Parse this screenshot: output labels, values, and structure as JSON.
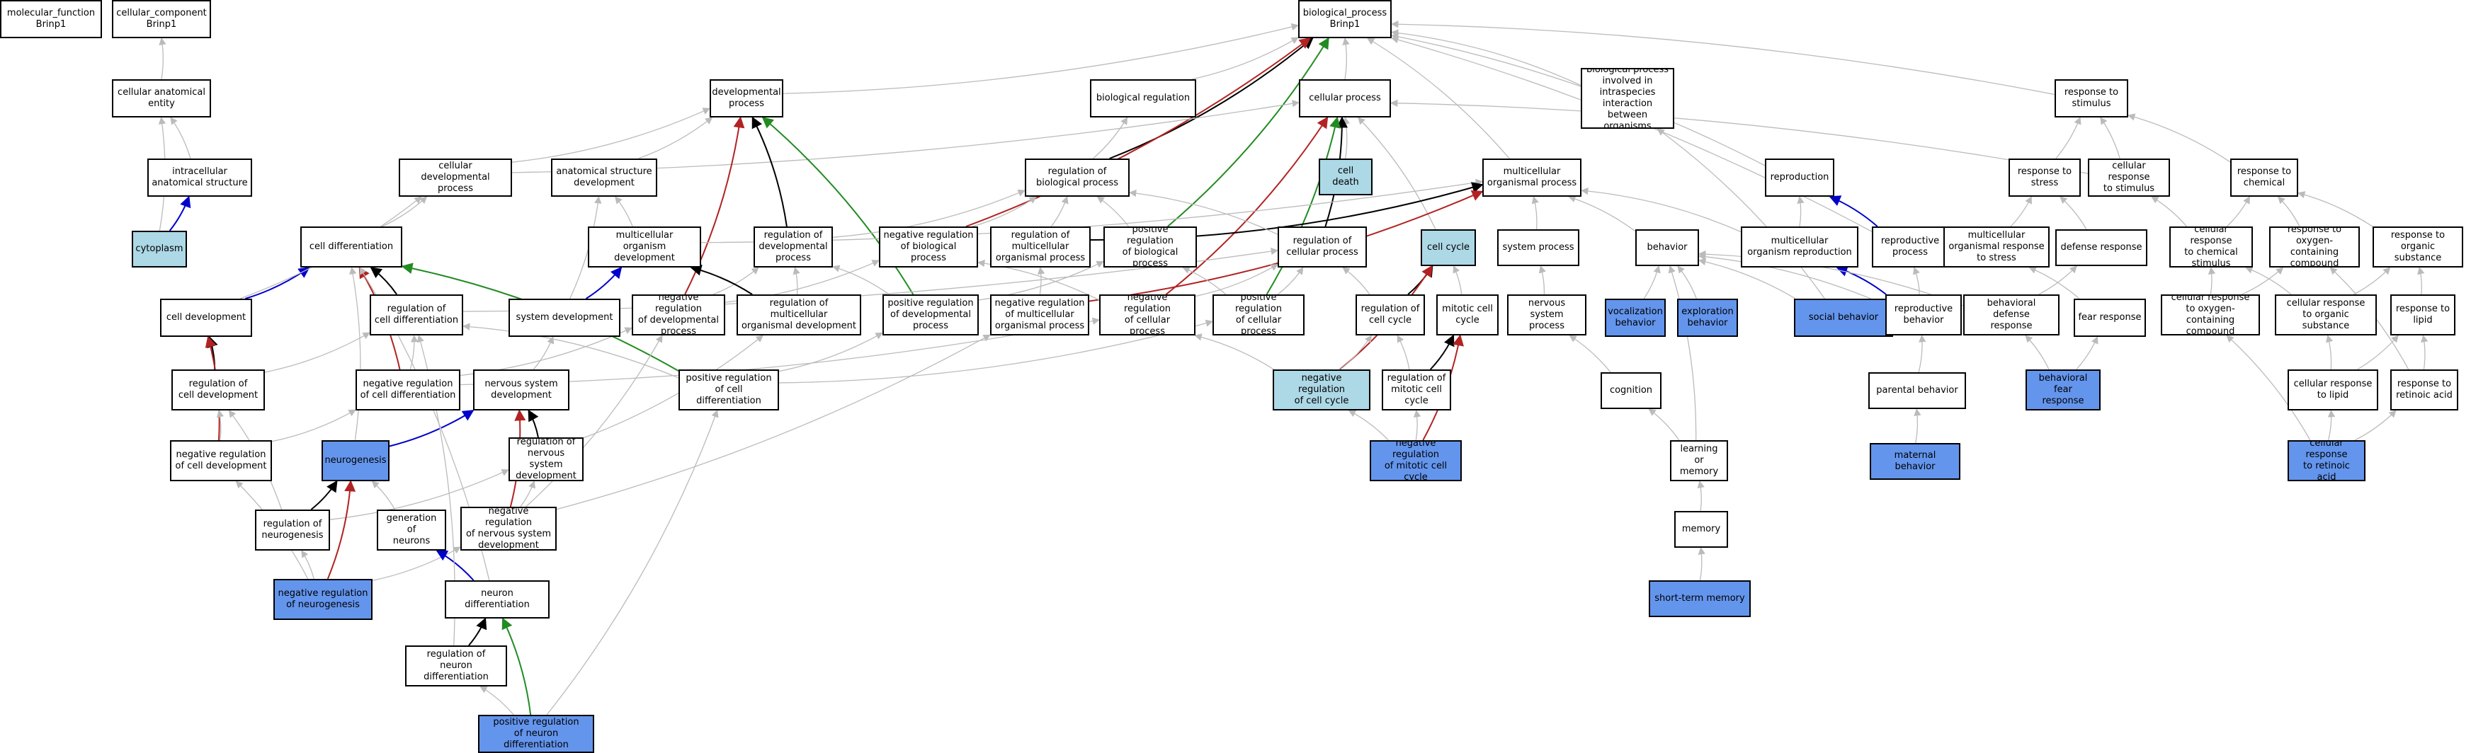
{
  "colors": {
    "plain": "#ffffff",
    "light": "#add8e6",
    "blue": "#6495ed",
    "is_a": "#bbbbbb",
    "regulates": "#000000",
    "negatively_regulates": "#b22222",
    "positively_regulates": "#228b22",
    "part_of": "#0000cc"
  },
  "nodes": {
    "mf": {
      "label": "molecular_function\nBrinp1",
      "fill": "plain"
    },
    "cc": {
      "label": "cellular_component\nBrinp1",
      "fill": "plain"
    },
    "bp": {
      "label": "biological_process\nBrinp1",
      "fill": "plain"
    },
    "cae": {
      "label": "cellular anatomical\nentity",
      "fill": "plain"
    },
    "ias": {
      "label": "intracellular\nanatomical structure",
      "fill": "plain"
    },
    "cyto": {
      "label": "cytoplasm",
      "fill": "light"
    },
    "devp": {
      "label": "developmental\nprocess",
      "fill": "plain"
    },
    "breg": {
      "label": "biological regulation",
      "fill": "plain"
    },
    "cp": {
      "label": "cellular process",
      "fill": "plain"
    },
    "bpint": {
      "label": "biological process\ninvolved in\nintraspecies\ninteraction\nbetween organisms",
      "fill": "plain"
    },
    "rts": {
      "label": "response to\nstimulus",
      "fill": "plain"
    },
    "cdp": {
      "label": "cellular developmental\nprocess",
      "fill": "plain"
    },
    "asd": {
      "label": "anatomical structure\ndevelopment",
      "fill": "plain"
    },
    "rbp": {
      "label": "regulation of\nbiological process",
      "fill": "plain"
    },
    "cdeath": {
      "label": "cell death",
      "fill": "light"
    },
    "mop": {
      "label": "multicellular\norganismal process",
      "fill": "plain"
    },
    "repro": {
      "label": "reproduction",
      "fill": "plain"
    },
    "rstress": {
      "label": "response to\nstress",
      "fill": "plain"
    },
    "crs": {
      "label": "cellular response\nto stimulus",
      "fill": "plain"
    },
    "rchem": {
      "label": "response to\nchemical",
      "fill": "plain"
    },
    "cdiff": {
      "label": "cell differentiation",
      "fill": "plain"
    },
    "mod": {
      "label": "multicellular\norganism development",
      "fill": "plain"
    },
    "rdevp": {
      "label": "regulation of\ndevelopmental\nprocess",
      "fill": "plain"
    },
    "nrbp": {
      "label": "negative regulation\nof biological\nprocess",
      "fill": "plain"
    },
    "rmop": {
      "label": "regulation of\nmulticellular\norganismal process",
      "fill": "plain"
    },
    "prbp": {
      "label": "positive regulation\nof biological\nprocess",
      "fill": "plain"
    },
    "rcp": {
      "label": "regulation of\ncellular process",
      "fill": "plain"
    },
    "ccycle": {
      "label": "cell cycle",
      "fill": "light"
    },
    "sysp": {
      "label": "system process",
      "fill": "plain"
    },
    "behav": {
      "label": "behavior",
      "fill": "plain"
    },
    "morep": {
      "label": "multicellular\norganism reproduction",
      "fill": "plain"
    },
    "rprocp": {
      "label": "reproductive\nprocess",
      "fill": "plain"
    },
    "mors": {
      "label": "multicellular\norganismal response\nto stress",
      "fill": "plain"
    },
    "defr": {
      "label": "defense response",
      "fill": "plain"
    },
    "crcs": {
      "label": "cellular response\nto chemical\nstimulus",
      "fill": "plain"
    },
    "rocc": {
      "label": "response to\noxygen-containing\ncompound",
      "fill": "plain"
    },
    "ros": {
      "label": "response to\norganic substance",
      "fill": "plain"
    },
    "celldev": {
      "label": "cell development",
      "fill": "plain"
    },
    "rcd": {
      "label": "regulation of\ncell differentiation",
      "fill": "plain"
    },
    "sdev": {
      "label": "system development",
      "fill": "plain"
    },
    "nrdp": {
      "label": "negative regulation\nof developmental\nprocess",
      "fill": "plain"
    },
    "rmod": {
      "label": "regulation of\nmulticellular\norganismal development",
      "fill": "plain"
    },
    "prdp": {
      "label": "positive regulation\nof developmental\nprocess",
      "fill": "plain"
    },
    "nrmop": {
      "label": "negative regulation\nof multicellular\norganismal process",
      "fill": "plain"
    },
    "nrcp": {
      "label": "negative regulation\nof cellular\nprocess",
      "fill": "plain"
    },
    "prcp": {
      "label": "positive regulation\nof cellular\nprocess",
      "fill": "plain"
    },
    "rccyc": {
      "label": "regulation of\ncell cycle",
      "fill": "plain"
    },
    "mcc": {
      "label": "mitotic cell\ncycle",
      "fill": "plain"
    },
    "nsp": {
      "label": "nervous system\nprocess",
      "fill": "plain"
    },
    "vocal": {
      "label": "vocalization\nbehavior",
      "fill": "blue"
    },
    "explo": {
      "label": "exploration\nbehavior",
      "fill": "blue"
    },
    "social": {
      "label": "social behavior",
      "fill": "blue"
    },
    "rbehav": {
      "label": "reproductive\nbehavior",
      "fill": "plain"
    },
    "bdr": {
      "label": "behavioral defense\nresponse",
      "fill": "plain"
    },
    "fear": {
      "label": "fear response",
      "fill": "plain"
    },
    "crocc": {
      "label": "cellular response\nto oxygen-containing\ncompound",
      "fill": "plain"
    },
    "cros": {
      "label": "cellular response\nto organic substance",
      "fill": "plain"
    },
    "rlipid": {
      "label": "response to\nlipid",
      "fill": "plain"
    },
    "rcdev": {
      "label": "regulation of\ncell development",
      "fill": "plain"
    },
    "nrcd": {
      "label": "negative regulation\nof cell differentiation",
      "fill": "plain"
    },
    "nsd": {
      "label": "nervous system\ndevelopment",
      "fill": "plain"
    },
    "prcd": {
      "label": "positive regulation\nof cell differentiation",
      "fill": "plain"
    },
    "nrcc": {
      "label": "negative regulation\nof cell cycle",
      "fill": "light"
    },
    "rmcc": {
      "label": "regulation of\nmitotic cell\ncycle",
      "fill": "plain"
    },
    "cogn": {
      "label": "cognition",
      "fill": "plain"
    },
    "pbehav": {
      "label": "parental behavior",
      "fill": "plain"
    },
    "bfear": {
      "label": "behavioral fear\nresponse",
      "fill": "blue"
    },
    "crlipid": {
      "label": "cellular response\nto lipid",
      "fill": "plain"
    },
    "rra": {
      "label": "response to\nretinoic acid",
      "fill": "plain"
    },
    "nrcdev": {
      "label": "negative regulation\nof cell development",
      "fill": "plain"
    },
    "neurog": {
      "label": "neurogenesis",
      "fill": "blue"
    },
    "rnsd": {
      "label": "regulation of\nnervous system\ndevelopment",
      "fill": "plain"
    },
    "nrmcc": {
      "label": "negative regulation\nof mitotic cell\ncycle",
      "fill": "blue"
    },
    "learn": {
      "label": "learning or\nmemory",
      "fill": "plain"
    },
    "mbehav": {
      "label": "maternal behavior",
      "fill": "blue"
    },
    "crra": {
      "label": "cellular response\nto retinoic\nacid",
      "fill": "blue"
    },
    "rneurog": {
      "label": "regulation of\nneurogenesis",
      "fill": "plain"
    },
    "genn": {
      "label": "generation of\nneurons",
      "fill": "plain"
    },
    "nrnsd": {
      "label": "negative regulation\nof nervous system\ndevelopment",
      "fill": "plain"
    },
    "memory": {
      "label": "memory",
      "fill": "plain"
    },
    "nrneurog": {
      "label": "negative regulation\nof neurogenesis",
      "fill": "blue"
    },
    "ndiff": {
      "label": "neuron differentiation",
      "fill": "plain"
    },
    "stm": {
      "label": "short-term memory",
      "fill": "blue"
    },
    "rnd": {
      "label": "regulation of\nneuron differentiation",
      "fill": "plain"
    },
    "prnd": {
      "label": "positive regulation\nof neuron differentiation",
      "fill": "blue"
    }
  },
  "edges": [
    [
      "cae",
      "cc",
      "is_a"
    ],
    [
      "ias",
      "cae",
      "is_a"
    ],
    [
      "cyto",
      "ias",
      "part_of"
    ],
    [
      "cyto",
      "cae",
      "is_a"
    ],
    [
      "devp",
      "bp",
      "is_a"
    ],
    [
      "breg",
      "bp",
      "is_a"
    ],
    [
      "cp",
      "bp",
      "is_a"
    ],
    [
      "bpint",
      "bp",
      "is_a"
    ],
    [
      "rts",
      "bp",
      "is_a"
    ],
    [
      "mop",
      "bp",
      "is_a"
    ],
    [
      "repro",
      "bp",
      "is_a"
    ],
    [
      "rprocp",
      "bp",
      "is_a"
    ],
    [
      "rbp",
      "bp",
      "regulates"
    ],
    [
      "nrbp",
      "bp",
      "negatively_regulates"
    ],
    [
      "prbp",
      "bp",
      "positively_regulates"
    ],
    [
      "rbp",
      "breg",
      "is_a"
    ],
    [
      "nrbp",
      "rbp",
      "is_a"
    ],
    [
      "prbp",
      "rbp",
      "is_a"
    ],
    [
      "cdp",
      "devp",
      "is_a"
    ],
    [
      "cdp",
      "cp",
      "is_a"
    ],
    [
      "asd",
      "devp",
      "is_a"
    ],
    [
      "cdeath",
      "cp",
      "is_a"
    ],
    [
      "ccycle",
      "cp",
      "is_a"
    ],
    [
      "rdevp",
      "devp",
      "regulates"
    ],
    [
      "nrdp",
      "devp",
      "negatively_regulates"
    ],
    [
      "prdp",
      "devp",
      "positively_regulates"
    ],
    [
      "rcp",
      "cp",
      "regulates"
    ],
    [
      "nrcp",
      "cp",
      "negatively_regulates"
    ],
    [
      "prcp",
      "cp",
      "positively_regulates"
    ],
    [
      "rstress",
      "rts",
      "is_a"
    ],
    [
      "crs",
      "rts",
      "is_a"
    ],
    [
      "rchem",
      "rts",
      "is_a"
    ],
    [
      "crs",
      "cp",
      "is_a"
    ],
    [
      "cdiff",
      "cdp",
      "is_a"
    ],
    [
      "mod",
      "asd",
      "is_a"
    ],
    [
      "mod",
      "mop",
      "is_a"
    ],
    [
      "sysp",
      "mop",
      "is_a"
    ],
    [
      "behav",
      "mop",
      "is_a"
    ],
    [
      "morep",
      "mop",
      "is_a"
    ],
    [
      "morep",
      "repro",
      "is_a"
    ],
    [
      "rprocp",
      "repro",
      "part_of"
    ],
    [
      "rmop",
      "mop",
      "regulates"
    ],
    [
      "nrmop",
      "mop",
      "negatively_regulates"
    ],
    [
      "rmop",
      "rbp",
      "is_a"
    ],
    [
      "rdevp",
      "rbp",
      "is_a"
    ],
    [
      "rcp",
      "rbp",
      "is_a"
    ],
    [
      "mors",
      "rstress",
      "is_a"
    ],
    [
      "defr",
      "rstress",
      "is_a"
    ],
    [
      "crcs",
      "rchem",
      "is_a"
    ],
    [
      "crcs",
      "crs",
      "is_a"
    ],
    [
      "rocc",
      "rchem",
      "is_a"
    ],
    [
      "ros",
      "rchem",
      "is_a"
    ],
    [
      "celldev",
      "cdiff",
      "part_of"
    ],
    [
      "celldev",
      "cdp",
      "is_a"
    ],
    [
      "rcd",
      "cdiff",
      "regulates"
    ],
    [
      "rcd",
      "rcp",
      "is_a"
    ],
    [
      "sdev",
      "mod",
      "part_of"
    ],
    [
      "sdev",
      "asd",
      "is_a"
    ],
    [
      "nrdp",
      "rdevp",
      "is_a"
    ],
    [
      "nrdp",
      "nrbp",
      "is_a"
    ],
    [
      "rmod",
      "mod",
      "regulates"
    ],
    [
      "rmod",
      "rdevp",
      "is_a"
    ],
    [
      "prdp",
      "rdevp",
      "is_a"
    ],
    [
      "prdp",
      "prbp",
      "is_a"
    ],
    [
      "nrmop",
      "rmop",
      "is_a"
    ],
    [
      "nrcp",
      "rcp",
      "is_a"
    ],
    [
      "nrcp",
      "nrbp",
      "is_a"
    ],
    [
      "prcp",
      "rcp",
      "is_a"
    ],
    [
      "prcp",
      "prbp",
      "is_a"
    ],
    [
      "rccyc",
      "ccycle",
      "regulates"
    ],
    [
      "rccyc",
      "rcp",
      "is_a"
    ],
    [
      "mcc",
      "ccycle",
      "is_a"
    ],
    [
      "nsp",
      "sysp",
      "is_a"
    ],
    [
      "vocal",
      "behav",
      "is_a"
    ],
    [
      "explo",
      "behav",
      "is_a"
    ],
    [
      "social",
      "behav",
      "is_a"
    ],
    [
      "social",
      "bpint",
      "is_a"
    ],
    [
      "rbehav",
      "behav",
      "is_a"
    ],
    [
      "rbehav",
      "morep",
      "part_of"
    ],
    [
      "rbehav",
      "rprocp",
      "is_a"
    ],
    [
      "bdr",
      "defr",
      "is_a"
    ],
    [
      "bdr",
      "behav",
      "is_a"
    ],
    [
      "fear",
      "mors",
      "is_a"
    ],
    [
      "crocc",
      "rocc",
      "is_a"
    ],
    [
      "crocc",
      "crcs",
      "is_a"
    ],
    [
      "cros",
      "ros",
      "is_a"
    ],
    [
      "cros",
      "crcs",
      "is_a"
    ],
    [
      "rlipid",
      "ros",
      "is_a"
    ],
    [
      "rcdev",
      "celldev",
      "regulates"
    ],
    [
      "rcdev",
      "rcd",
      "is_a"
    ],
    [
      "nrcd",
      "cdiff",
      "negatively_regulates"
    ],
    [
      "nrcd",
      "rcd",
      "is_a"
    ],
    [
      "nrcd",
      "nrcp",
      "is_a"
    ],
    [
      "nrcd",
      "nrdp",
      "is_a"
    ],
    [
      "nsd",
      "sdev",
      "is_a"
    ],
    [
      "prcd",
      "cdiff",
      "positively_regulates"
    ],
    [
      "prcd",
      "rcd",
      "is_a"
    ],
    [
      "prcd",
      "prdp",
      "is_a"
    ],
    [
      "prcd",
      "prcp",
      "is_a"
    ],
    [
      "nrcc",
      "ccycle",
      "negatively_regulates"
    ],
    [
      "nrcc",
      "rccyc",
      "is_a"
    ],
    [
      "nrcc",
      "nrcp",
      "is_a"
    ],
    [
      "rmcc",
      "mcc",
      "regulates"
    ],
    [
      "rmcc",
      "rccyc",
      "is_a"
    ],
    [
      "cogn",
      "nsp",
      "is_a"
    ],
    [
      "pbehav",
      "rbehav",
      "is_a"
    ],
    [
      "bfear",
      "bdr",
      "is_a"
    ],
    [
      "bfear",
      "fear",
      "is_a"
    ],
    [
      "crlipid",
      "rlipid",
      "is_a"
    ],
    [
      "crlipid",
      "cros",
      "is_a"
    ],
    [
      "rra",
      "rlipid",
      "is_a"
    ],
    [
      "rra",
      "rocc",
      "is_a"
    ],
    [
      "nrcdev",
      "celldev",
      "negatively_regulates"
    ],
    [
      "nrcdev",
      "rcdev",
      "is_a"
    ],
    [
      "nrcdev",
      "nrcd",
      "is_a"
    ],
    [
      "neurog",
      "nsd",
      "part_of"
    ],
    [
      "neurog",
      "cdiff",
      "is_a"
    ],
    [
      "rnsd",
      "nsd",
      "regulates"
    ],
    [
      "rnsd",
      "rmod",
      "is_a"
    ],
    [
      "nrmcc",
      "mcc",
      "negatively_regulates"
    ],
    [
      "nrmcc",
      "rmcc",
      "is_a"
    ],
    [
      "nrmcc",
      "nrcc",
      "is_a"
    ],
    [
      "learn",
      "cogn",
      "is_a"
    ],
    [
      "learn",
      "behav",
      "is_a"
    ],
    [
      "mbehav",
      "pbehav",
      "is_a"
    ],
    [
      "crra",
      "rra",
      "is_a"
    ],
    [
      "crra",
      "crlipid",
      "is_a"
    ],
    [
      "crra",
      "crocc",
      "is_a"
    ],
    [
      "rneurog",
      "neurog",
      "regulates"
    ],
    [
      "rneurog",
      "rcdev",
      "is_a"
    ],
    [
      "rneurog",
      "rnsd",
      "is_a"
    ],
    [
      "genn",
      "neurog",
      "is_a"
    ],
    [
      "nrnsd",
      "nsd",
      "negatively_regulates"
    ],
    [
      "nrnsd",
      "rnsd",
      "is_a"
    ],
    [
      "nrnsd",
      "nrdp",
      "is_a"
    ],
    [
      "nrnsd",
      "nrmop",
      "is_a"
    ],
    [
      "memory",
      "learn",
      "is_a"
    ],
    [
      "nrneurog",
      "neurog",
      "negatively_regulates"
    ],
    [
      "nrneurog",
      "rneurog",
      "is_a"
    ],
    [
      "nrneurog",
      "nrcdev",
      "is_a"
    ],
    [
      "nrneurog",
      "nrnsd",
      "is_a"
    ],
    [
      "ndiff",
      "genn",
      "part_of"
    ],
    [
      "ndiff",
      "cdiff",
      "is_a"
    ],
    [
      "stm",
      "memory",
      "is_a"
    ],
    [
      "rnd",
      "ndiff",
      "regulates"
    ],
    [
      "rnd",
      "rcd",
      "is_a"
    ],
    [
      "prnd",
      "ndiff",
      "positively_regulates"
    ],
    [
      "prnd",
      "rnd",
      "is_a"
    ],
    [
      "prnd",
      "prcd",
      "is_a"
    ]
  ]
}
